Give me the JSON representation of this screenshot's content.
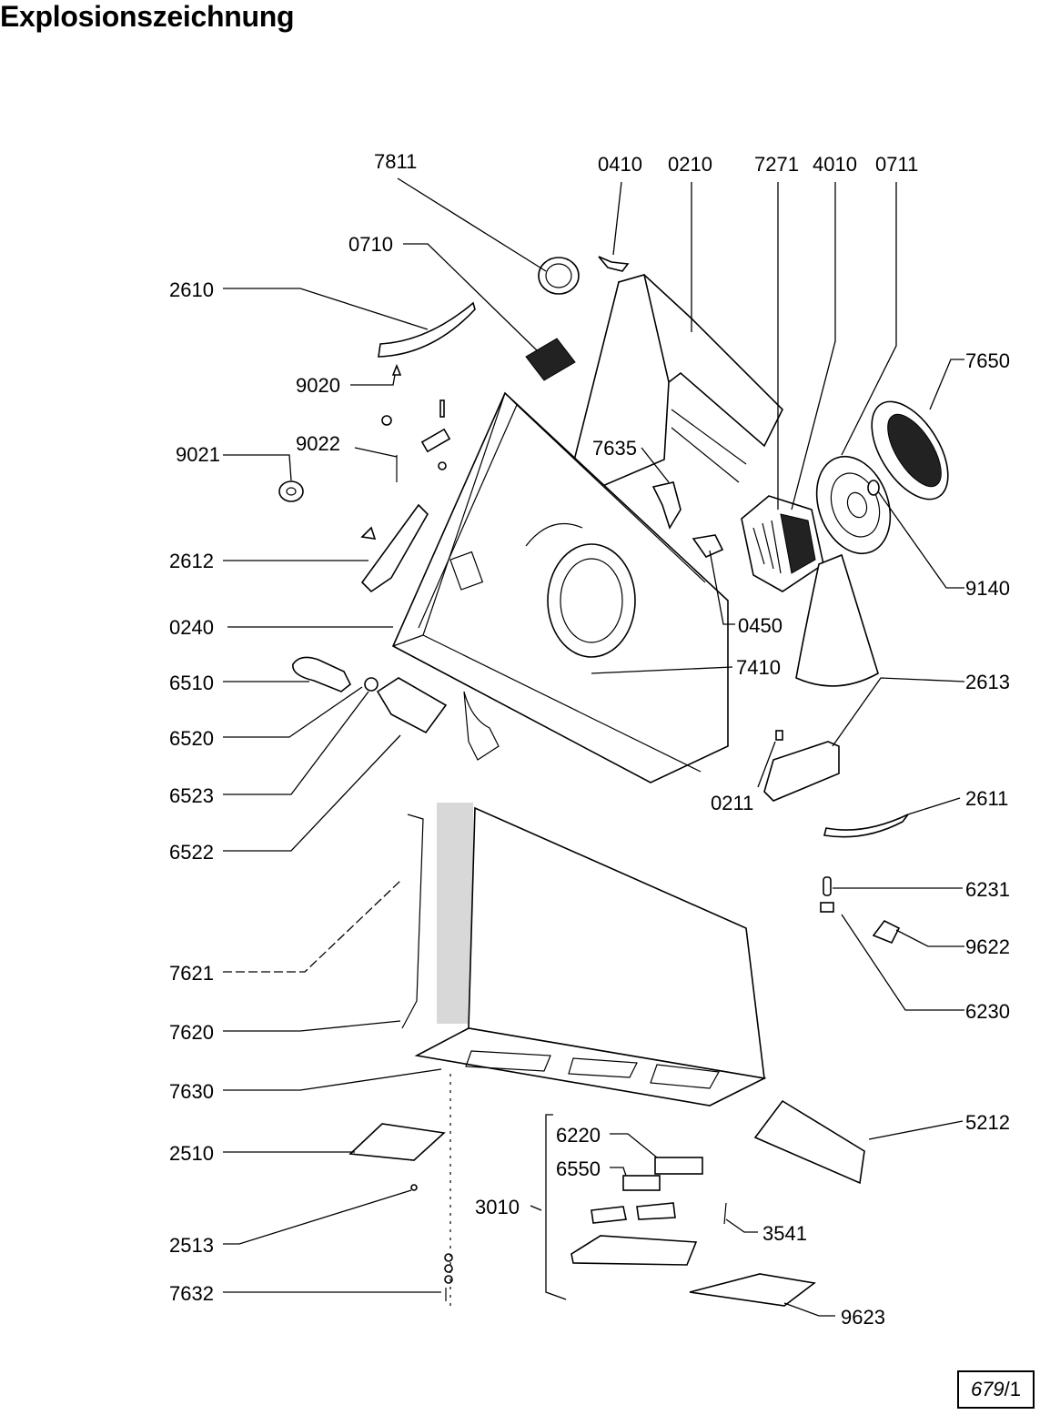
{
  "title": "Explosionszeichnung",
  "page_number": {
    "main": "679",
    "sep": "/",
    "sub": "1"
  },
  "parts": [
    "7811",
    "0410",
    "0210",
    "7271",
    "4010",
    "0711",
    "0710",
    "2610",
    "7650",
    "9020",
    "9022",
    "9021",
    "7635",
    "2612",
    "9140",
    "0450",
    "0240",
    "7410",
    "6510",
    "2613",
    "6520",
    "0211",
    "6523",
    "2611",
    "6522",
    "6231",
    "9622",
    "7621",
    "6230",
    "7620",
    "7630",
    "5212",
    "2510",
    "6220",
    "6550",
    "3010",
    "3541",
    "2513",
    "7632",
    "9623"
  ]
}
